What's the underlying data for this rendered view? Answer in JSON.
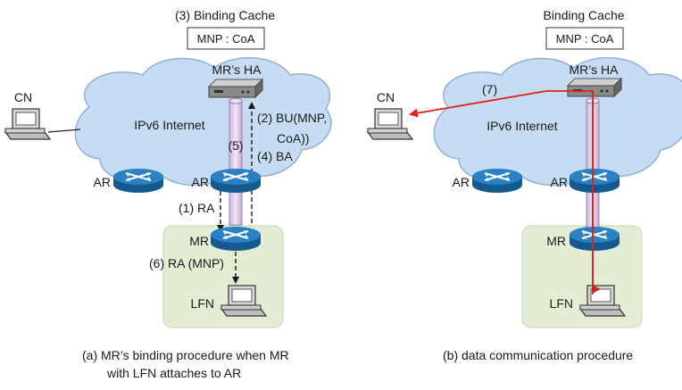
{
  "left": {
    "cache_title": "(3) Binding Cache",
    "cache_entry": "MNP : CoA",
    "ha_label": "MR’s HA",
    "cn_label": "CN",
    "internet_label": "IPv6 Internet",
    "bu_line1": "(2) BU(MNP,",
    "bu_line2": "CoA))",
    "tunnel_label": "(5)",
    "ba_label": "(4) BA",
    "ar_outer_label": "AR",
    "ar_inner_label": "AR",
    "ra_label": "(1) RA",
    "mr_label": "MR",
    "ra_mnp_label": "(6) RA (MNP)",
    "lfn_label": "LFN",
    "caption_line1": "(a) MR’s binding procedure when MR",
    "caption_line2": "with LFN attaches to AR"
  },
  "right": {
    "cache_title": "Binding Cache",
    "cache_entry": "MNP : CoA",
    "ha_label": "MR’s HA",
    "cn_label": "CN",
    "internet_label": "IPv6 Internet",
    "step_label": "(7)",
    "ar_outer_label": "AR",
    "ar_inner_label": "AR",
    "mr_label": "MR",
    "lfn_label": "LFN",
    "caption": "(b) data communication procedure"
  },
  "colors": {
    "cloud_fill": "#c6dcf2",
    "cloud_stroke": "#8fb1d6",
    "subnet_fill": "#e3edd3",
    "router_blue": "#1c6fae",
    "tunnel_fill": "#d8c2e6",
    "data_arrow": "#e0201b"
  }
}
